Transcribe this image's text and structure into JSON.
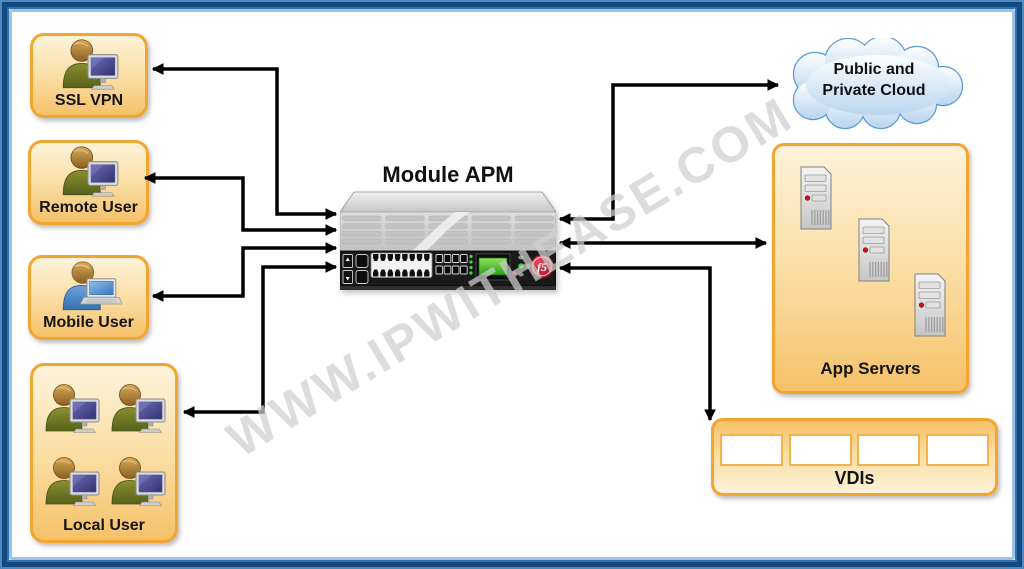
{
  "diagram": {
    "watermark": "WWW.IPWITHEASE.COM"
  },
  "appliance": {
    "id": "apm-appliance",
    "title": "Module APM",
    "brand_logo": "f5",
    "device": "F5 BIG-IP appliance"
  },
  "left_nodes": [
    {
      "id": "ssl-vpn",
      "label": "SSL VPN",
      "icon": "user-desktop-icon",
      "user_count": 1
    },
    {
      "id": "remote-user",
      "label": "Remote User",
      "icon": "user-desktop-icon",
      "user_count": 1
    },
    {
      "id": "mobile-user",
      "label": "Mobile User",
      "icon": "user-laptop-icon",
      "user_count": 1
    },
    {
      "id": "local-user",
      "label": "Local User",
      "icon": "user-desktop-icon",
      "user_count": 4
    }
  ],
  "right_nodes": {
    "cloud": {
      "id": "cloud",
      "label_line1": "Public and",
      "label_line2": "Private Cloud",
      "icon": "cloud-icon"
    },
    "app_servers": {
      "id": "app-servers",
      "label": "App Servers",
      "icon": "server-tower-icon",
      "server_count": 3
    },
    "vdis": {
      "id": "vdis",
      "label": "VDIs",
      "slot_count": 4
    }
  },
  "connections": [
    {
      "id": "ssl-vpn",
      "from": "apm-appliance",
      "to": "ssl-vpn",
      "bidirectional": true
    },
    {
      "id": "remote-user",
      "from": "apm-appliance",
      "to": "remote-user",
      "bidirectional": true
    },
    {
      "id": "mobile-user",
      "from": "apm-appliance",
      "to": "mobile-user",
      "bidirectional": true
    },
    {
      "id": "local-user",
      "from": "apm-appliance",
      "to": "local-user",
      "bidirectional": true
    },
    {
      "id": "cloud",
      "from": "apm-appliance",
      "to": "cloud",
      "bidirectional": true
    },
    {
      "id": "app-servers",
      "from": "apm-appliance",
      "to": "app-servers",
      "bidirectional": true
    },
    {
      "id": "vdis",
      "from": "apm-appliance",
      "to": "vdis",
      "bidirectional": true
    }
  ],
  "colors": {
    "frame_dark_blue": "#17497E",
    "frame_blue": "#2E74B5",
    "frame_light_blue": "#9DC3E6",
    "node_border": "#F0A630",
    "node_fill_light": "#FDF3DA",
    "node_fill_orange": "#F5C169",
    "cloud_border": "#5B9BD5",
    "cloud_fill": "#C9DEF2",
    "arrow_black": "#000000",
    "watermark_gray": "#CFCFCF",
    "f5_red": "#B5122B",
    "lcd_green": "#4DB529"
  }
}
